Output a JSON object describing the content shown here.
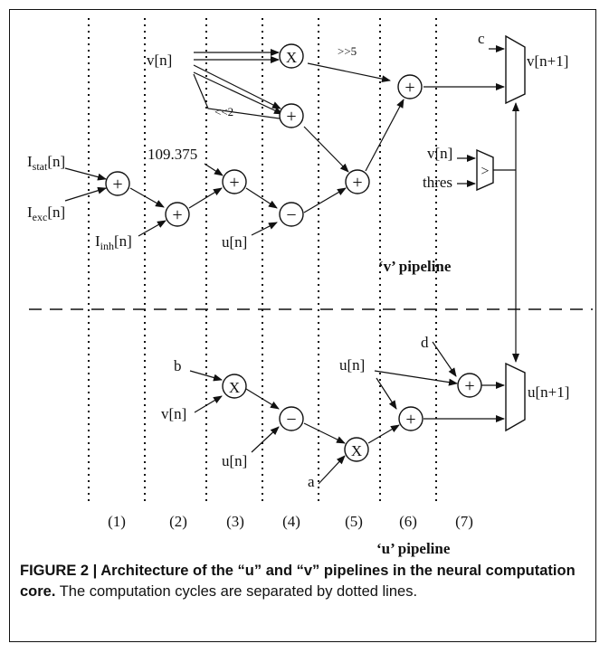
{
  "figure": {
    "cycle_labels": [
      "(1)",
      "(2)",
      "(3)",
      "(4)",
      "(5)",
      "(6)",
      "(7)"
    ],
    "v_pipeline_label": "‘v’ pipeline",
    "u_pipeline_label": "‘u’ pipeline",
    "signals": {
      "v_n": "v[n]",
      "u_n": "u[n]",
      "i_stat_base": "I",
      "i_stat_sub": "stat",
      "i_exc_base": "I",
      "i_exc_sub": "exc",
      "i_inh_base": "I",
      "i_inh_sub": "inh",
      "bracket_n": "[n]",
      "const_109": "109.375",
      "shift_left_2": "<<2",
      "shift_right_5": ">>5",
      "c": "c",
      "b": "b",
      "a": "a",
      "d": "d",
      "thres": "thres",
      "v_next": "v[n+1]",
      "u_next": "u[n+1]"
    },
    "operators": {
      "add": "+",
      "sub": "−",
      "mul": "X",
      "gt": ">"
    }
  },
  "caption": {
    "bold": "FIGURE 2 | Architecture of the “u” and “v” pipelines in the neural computation core.",
    "rest": " The computation cycles are separated by dotted lines."
  }
}
